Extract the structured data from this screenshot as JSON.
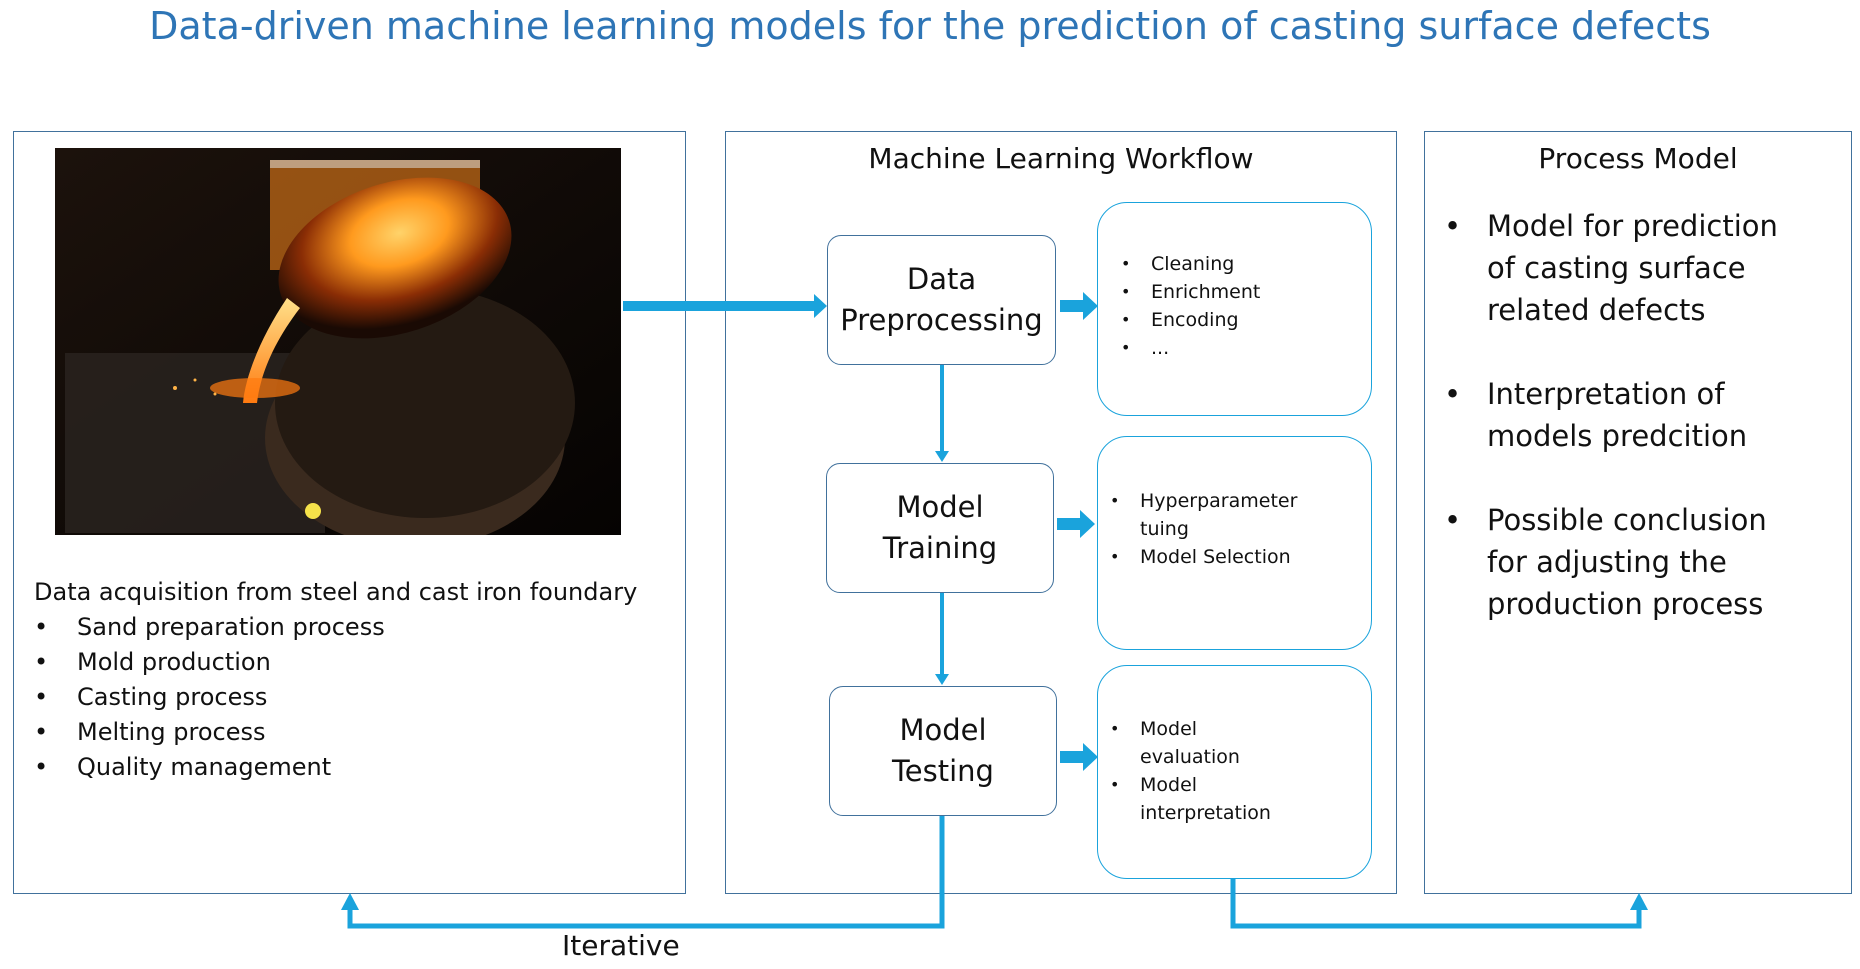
{
  "title": "Data-driven machine learning models for the prediction of casting surface defects",
  "acquisition": {
    "heading": "Data acquisition from steel and cast iron foundary",
    "items": [
      "Sand preparation process",
      "Mold production",
      "Casting process",
      "Melting process",
      "Quality management"
    ]
  },
  "workflow": {
    "title": "Machine Learning Workflow",
    "steps": [
      {
        "label_line1": "Data",
        "label_line2": "Preprocessing",
        "details": [
          "Cleaning",
          "Enrichment",
          "Encoding",
          "..."
        ]
      },
      {
        "label_line1": "Model",
        "label_line2": "Training",
        "details": [
          "Hyperparameter tuing",
          "Model Selection"
        ]
      },
      {
        "label_line1": "Model",
        "label_line2": "Testing",
        "details": [
          "Model evaluation",
          "Model interpretation"
        ]
      }
    ]
  },
  "process_model": {
    "title": "Process Model",
    "items": [
      "Model for prediction of casting surface related defects",
      "Interpretation of models predcition",
      "Possible conclusion for adjusting the production process"
    ]
  },
  "feedback_label": "Iterative",
  "colors": {
    "title": "#2e75b6",
    "arrow": "#1aa3dc",
    "panel_border": "#41719c"
  }
}
